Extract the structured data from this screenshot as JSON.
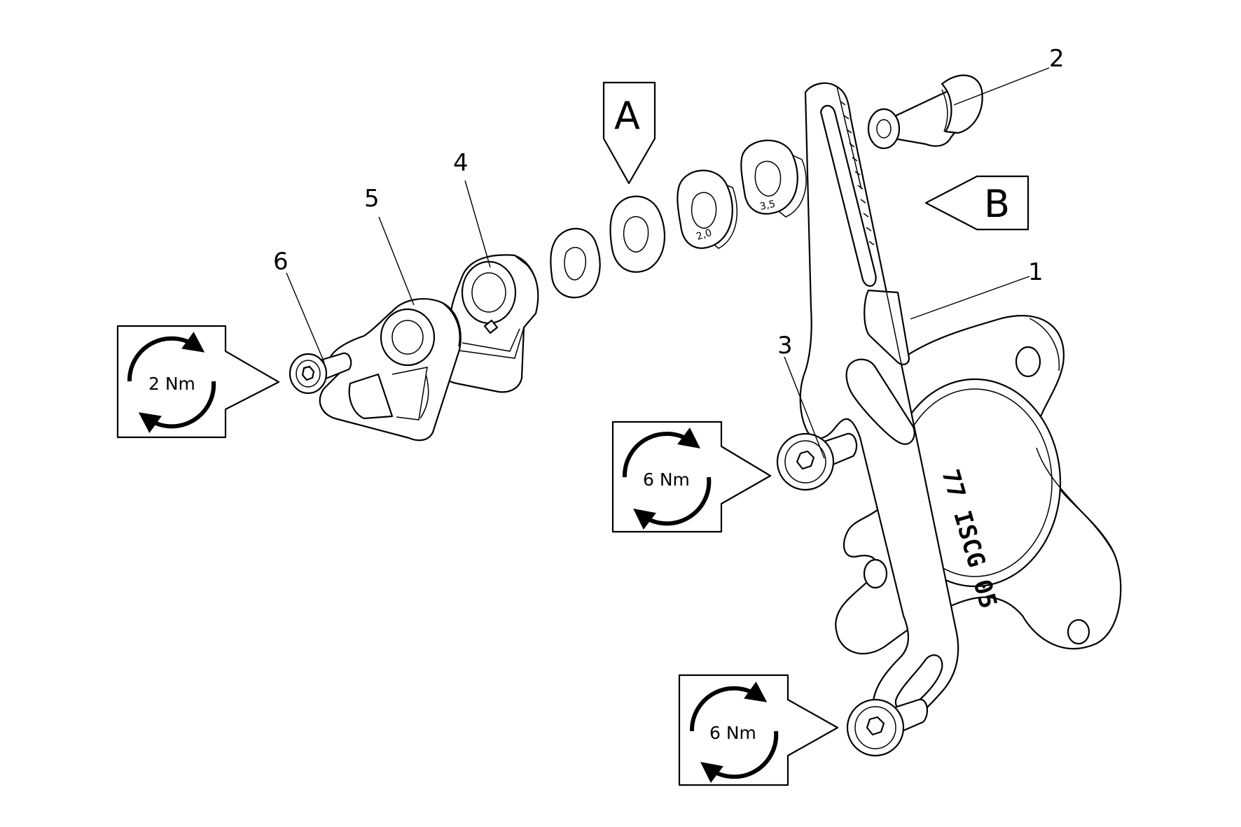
{
  "callouts": {
    "n1": "1",
    "n2": "2",
    "n3": "3",
    "n4": "4",
    "n5": "5",
    "n6": "6"
  },
  "markers": {
    "a": "A",
    "b": "B"
  },
  "torque": {
    "guide_screw": "2 Nm",
    "mount_bolt": "6 Nm",
    "lower_bolt": "6 Nm"
  },
  "spacers": {
    "s2": "2,0",
    "s3": "3,5"
  },
  "backplate_engraving": "77 ISCG 05",
  "colors": {
    "line": "#000000",
    "fill": "#ffffff"
  },
  "icons": {
    "torque": "torque-rotation-arrows-icon"
  }
}
